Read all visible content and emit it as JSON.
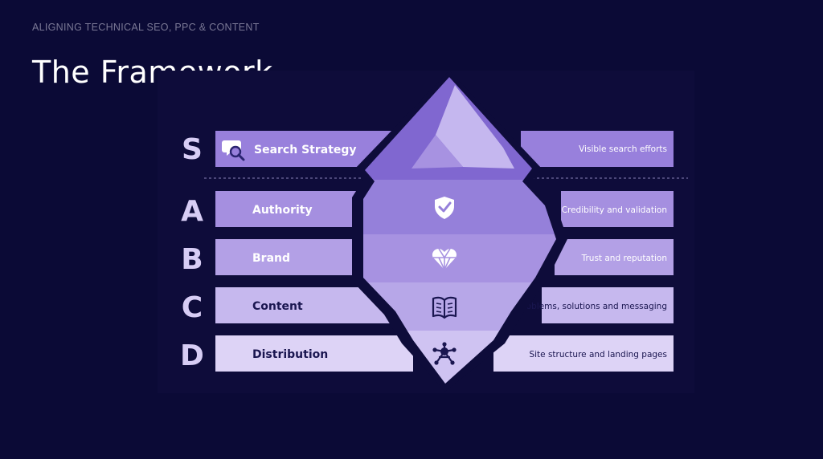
{
  "header": {
    "eyebrow": "ALIGNING TECHNICAL SEO, PPC & CONTENT",
    "title": "The Framework"
  },
  "framework": {
    "rows": [
      {
        "letter": "S",
        "label": "Search Strategy",
        "description": "Visible search efforts",
        "icon": "search-chat-icon"
      },
      {
        "letter": "A",
        "label": "Authority",
        "description": "Credibility and validation",
        "icon": "shield-check-icon"
      },
      {
        "letter": "B",
        "label": "Brand",
        "description": "Trust and reputation",
        "icon": "heart-gem-icon"
      },
      {
        "letter": "C",
        "label": "Content",
        "description": "Problems, solutions and messaging",
        "icon": "open-book-icon"
      },
      {
        "letter": "D",
        "label": "Distribution",
        "description": "Site structure and landing pages",
        "icon": "network-structure-icon"
      }
    ]
  },
  "colors": {
    "background": "#0b0a36",
    "panel": "#0e0c3a",
    "row_s": "#9880dc",
    "row_a": "#a58fe0",
    "row_b": "#b3a0e6",
    "row_c": "#c6b8ee",
    "row_d": "#ddd3f6",
    "letter": "#d7cdf5",
    "ice_dark": "#8067d0",
    "ice_light": "#c5b7ef"
  }
}
